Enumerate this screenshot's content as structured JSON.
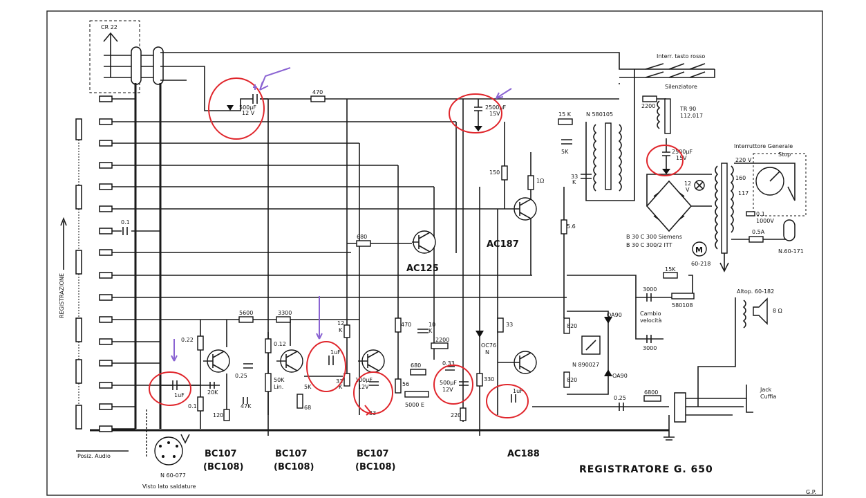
{
  "labels": {
    "title": "REGISTRATORE G. 650",
    "connector_top": "CR 22",
    "registrazione": "REGISTRAZIONE",
    "posiz_audio": "Posiz. Audio",
    "din_label": "N 60-077",
    "din_sub": "Visto lato saldature",
    "interr_rosso": "Interr. tasto rosso",
    "silenziatore": "Silenziatore",
    "interr_generale": "Interruttore Generale",
    "stop": "Stop",
    "cambio": "Cambio",
    "velocita": "velocità",
    "altop": "Altop. 60-182",
    "ohm8": "8 Ω",
    "jack": "Jack",
    "cuffia": "Cuffia",
    "n60171": "N.60-171",
    "motor": "60-218",
    "siemens1": "B 30 C 300 Siemens",
    "siemens2": "B 30 C 300/2  ITT",
    "tr90": "TR 90",
    "tr90b": "112.017",
    "n580105": "N 580105",
    "n580108": "580108",
    "n890027": "N 890027"
  },
  "transistors": {
    "t1": "BC107",
    "t1b": "(BC108)",
    "t2": "BC107",
    "t2b": "(BC108)",
    "t3": "BC107",
    "t3b": "(BC108)",
    "ac125": "AC125",
    "ac187": "AC187",
    "ac188": "AC188"
  },
  "components": {
    "c_500uf_a": "500μF",
    "c_500uf_a_v": "12 V",
    "r470_top": "470",
    "c_2500_a": "2500μF",
    "c_2500_a_v": "15V",
    "r2200": "2200",
    "c_2500_b": "2500μF",
    "c_2500_b_v": "15V",
    "r15k_a": "15 K",
    "r5k": "5K",
    "r33k": "33",
    "r33k_b": "K",
    "r150": "150",
    "r1ohm": "1Ω",
    "r5_6": "5.6",
    "r680_a": "680",
    "r680_b": "680",
    "r5600": "5600",
    "r3300": "3300",
    "r0_22": "0.22",
    "r0_12": "0.12",
    "c_0_25": "0.25",
    "r20k": "20K",
    "r47k": "47K",
    "r120": "120",
    "r0_1": "0.1",
    "pot50k": "50K",
    "pot50k_b": "Lin.",
    "r5k_b": "5K",
    "r68": "68",
    "c_1uf_a": "1uF",
    "c_1uf_b": "1uF",
    "c_1uf_c": "1uF",
    "r12k": "12",
    "r12k_b": "K",
    "r33k_c": "33",
    "r33k_d": "K",
    "c_100uf": "100μF",
    "c_100uf_v": "12V",
    "r33": "33",
    "r470_b": "470",
    "c_10k": "10",
    "c_10k_b": "K",
    "r2200_b": "2200",
    "r56": "56",
    "pot5000": "5000 E",
    "c_0_33": "0.33",
    "c_500uf_b": "500μF",
    "c_500uf_b_v": "12V",
    "r330": "330",
    "r220": "220",
    "d_oc76": "OC76",
    "d_oc76_b": "N",
    "r33_b": "33",
    "r820_a": "820",
    "r820_b": "820",
    "d_oa90_a": "OA90",
    "d_oa90_b": "OA90",
    "r15k_b": "15K",
    "c3000_a": "3000",
    "c3000_b": "3000",
    "c_0_25_b": "0.25",
    "r6800": "6800",
    "c01": "0.1",
    "v220": "220 V",
    "v160": "160",
    "v117": "117",
    "c01_1000": "0.1",
    "c01_1000_v": "1000V",
    "f05a": "0.5A",
    "lamp12v": "12",
    "lamp12v_b": "V",
    "gp": "G.P."
  },
  "annotation_colors": {
    "red": "#e0262c",
    "purple": "#8a63d2"
  }
}
